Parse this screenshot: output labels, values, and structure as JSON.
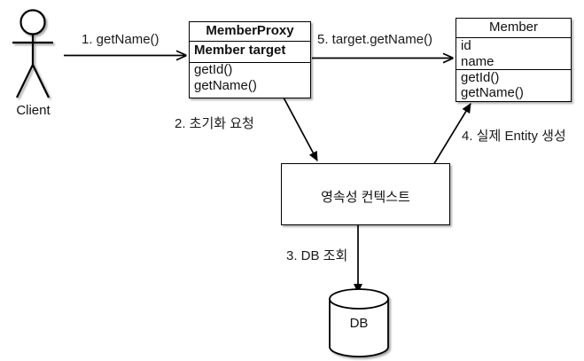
{
  "diagram": {
    "title": "JPA Proxy lazy loading sequence diagram",
    "background_color": "#ffffff",
    "stroke_color": "#000000",
    "text_color": "#111111"
  },
  "actor": {
    "name": "Client",
    "icon": "stick-figure-actor-icon"
  },
  "classes": [
    {
      "id": "member-proxy",
      "name": "MemberProxy",
      "name_bold": true,
      "attributes": [
        "Member target"
      ],
      "attributes_bold": true,
      "operations": [
        "getId()",
        "getName()"
      ]
    },
    {
      "id": "member",
      "name": "Member",
      "name_bold": false,
      "attributes": [
        "id",
        "name"
      ],
      "attributes_bold": false,
      "operations": [
        "getId()",
        "getName()"
      ]
    }
  ],
  "nodes": {
    "persistence_context": "영속성 컨텍스트",
    "database": "DB"
  },
  "messages": [
    {
      "seq": "1",
      "label": "1. getName()",
      "from": "Client",
      "to": "MemberProxy"
    },
    {
      "seq": "2",
      "label": "2. 초기화 요청",
      "from": "MemberProxy",
      "to": "영속성 컨텍스트"
    },
    {
      "seq": "3",
      "label": "3. DB 조회",
      "from": "영속성 컨텍스트",
      "to": "DB"
    },
    {
      "seq": "4",
      "label": "4. 실제 Entity 생성",
      "from": "영속성 컨텍스트",
      "to": "Member"
    },
    {
      "seq": "5",
      "label": "5. target.getName()",
      "from": "MemberProxy",
      "to": "Member"
    }
  ]
}
